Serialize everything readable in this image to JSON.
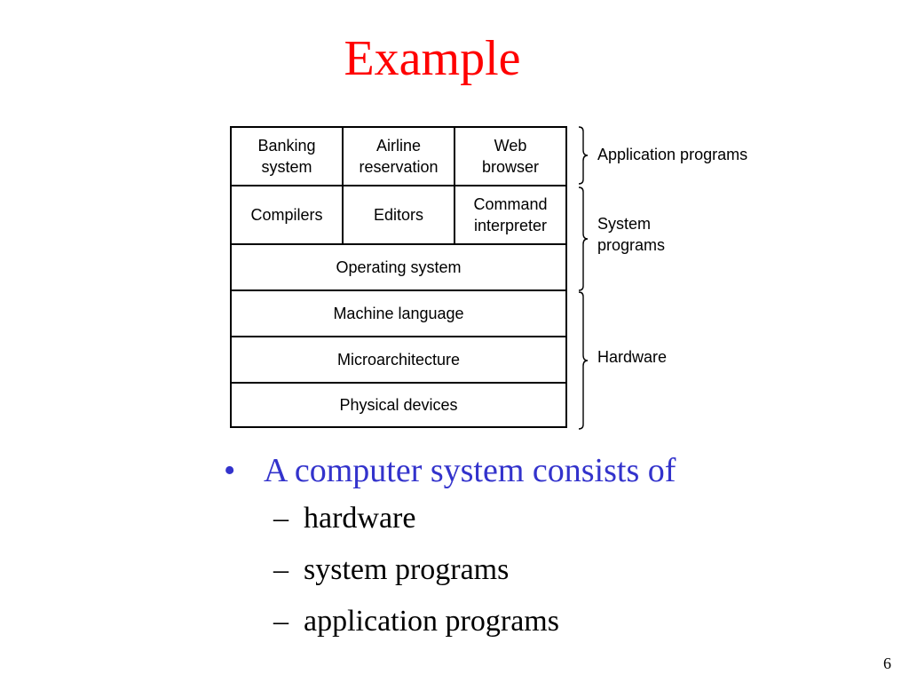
{
  "slide": {
    "title": "Example",
    "page_number": "6"
  },
  "diagram": {
    "rows": [
      [
        "Banking\nsystem",
        "Airline\nreservation",
        "Web\nbrowser"
      ],
      [
        "Compilers",
        "Editors",
        "Command\ninterpreter"
      ],
      [
        "Operating system"
      ],
      [
        "Machine language"
      ],
      [
        "Microarchitecture"
      ],
      [
        "Physical devices"
      ]
    ],
    "groups": [
      {
        "label": "Application programs"
      },
      {
        "label": "System\nprograms"
      },
      {
        "label": "Hardware"
      }
    ]
  },
  "bullets": {
    "bullet_char": "•",
    "main": "A computer system consists of",
    "dash_char": "–",
    "sub": [
      "hardware",
      "system programs",
      "application programs"
    ]
  },
  "colors": {
    "title": "#ff0000",
    "bullet": "#3333cc",
    "text": "#000000"
  }
}
